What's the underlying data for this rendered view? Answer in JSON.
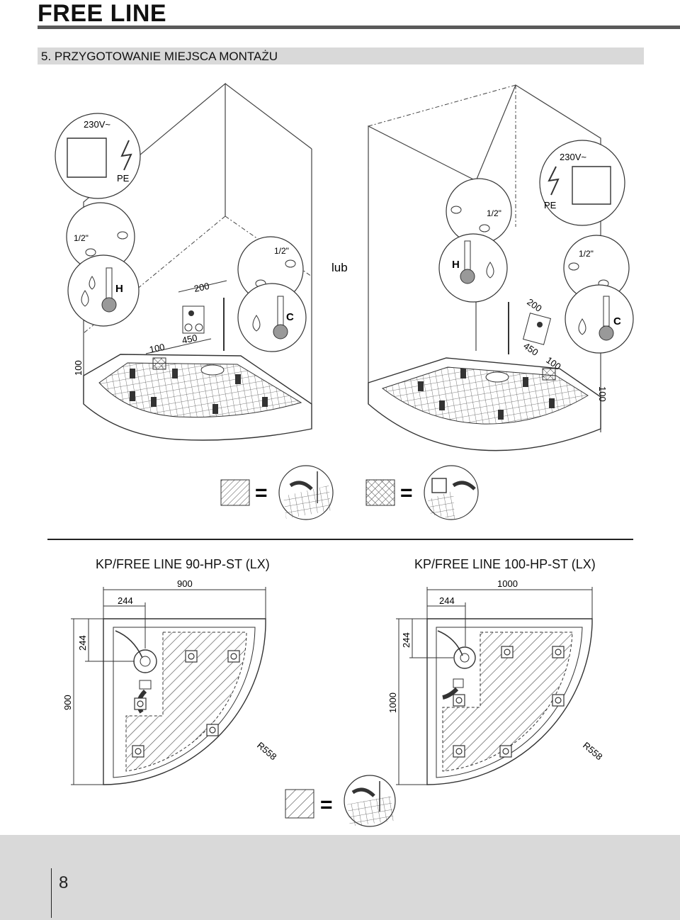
{
  "header": {
    "title": "FREE LINE"
  },
  "section": {
    "title": "5. PRZYGOTOWANIE MIEJSCA MONTAŻU"
  },
  "installation": {
    "voltage": "230V~",
    "earth": "PE",
    "pipe": "1/2\"",
    "hot": "H",
    "cold": "C",
    "or": "lub",
    "dims": {
      "d200": "200",
      "d450": "450",
      "d100": "100"
    }
  },
  "legend": {
    "equals": "="
  },
  "models": [
    {
      "title": "KP/FREE LINE 90-HP-ST (LX)",
      "width": "900",
      "height": "900",
      "offset_x": "244",
      "offset_y": "244",
      "radius": "R558"
    },
    {
      "title": "KP/FREE LINE 100-HP-ST (LX)",
      "width": "1000",
      "height": "1000",
      "offset_x": "244",
      "offset_y": "244",
      "radius": "R558"
    }
  ],
  "footer": {
    "page": "8"
  }
}
